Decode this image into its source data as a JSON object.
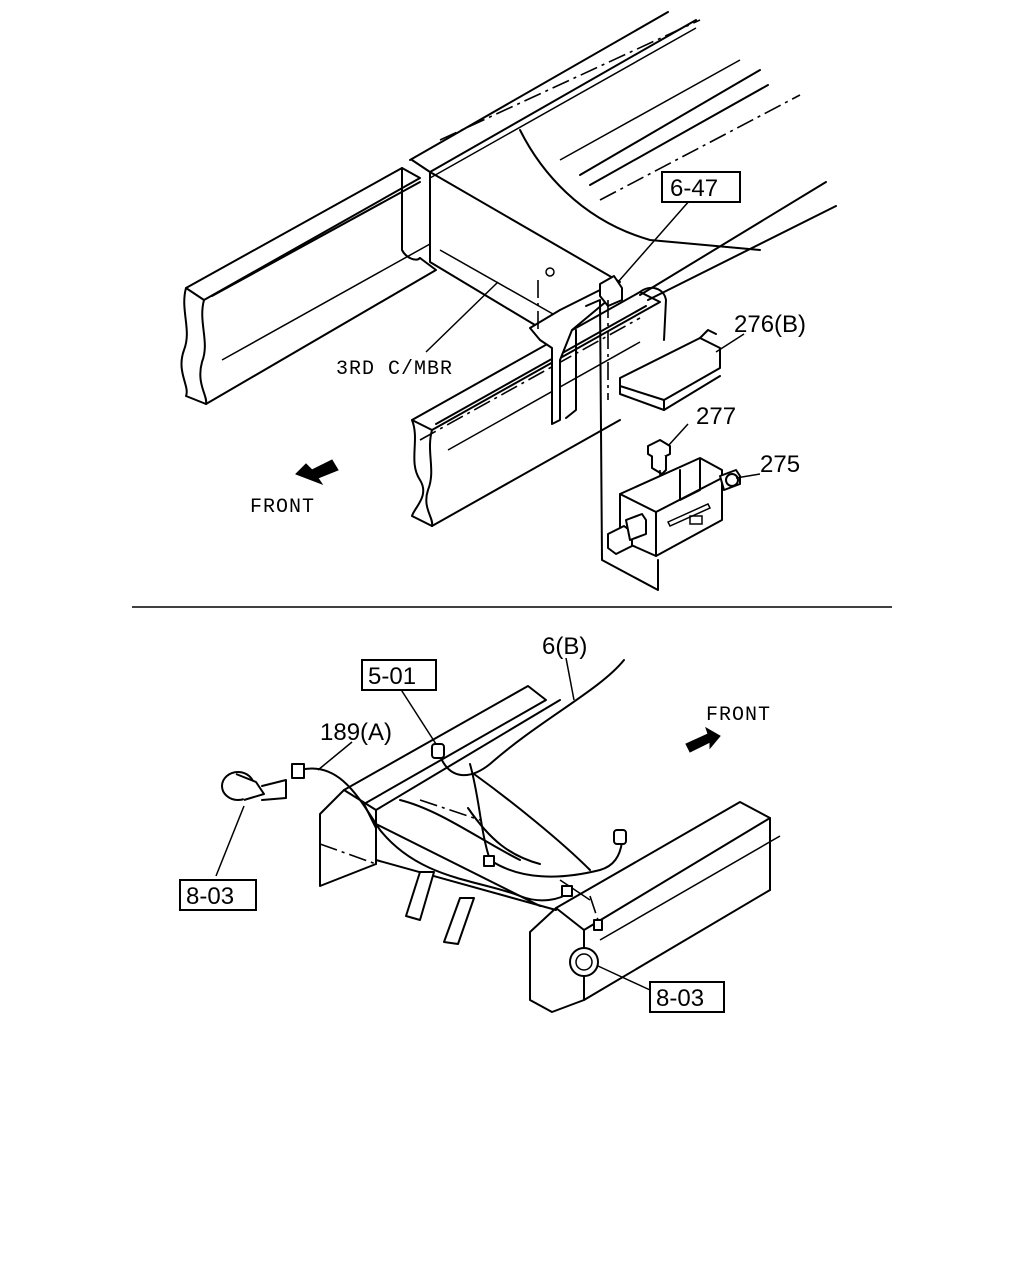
{
  "upper_view": {
    "callouts": {
      "ref_6_47": "6-47",
      "part_276b": "276(B)",
      "part_277": "277",
      "part_275": "275"
    },
    "member_label": "3RD C/MBR",
    "front_label": "FRONT"
  },
  "lower_view": {
    "callouts": {
      "ref_5_01": "5-01",
      "part_6b": "6(B)",
      "part_189a": "189(A)",
      "ref_8_03_left": "8-03",
      "ref_8_03_right": "8-03"
    },
    "front_label": "FRONT"
  }
}
